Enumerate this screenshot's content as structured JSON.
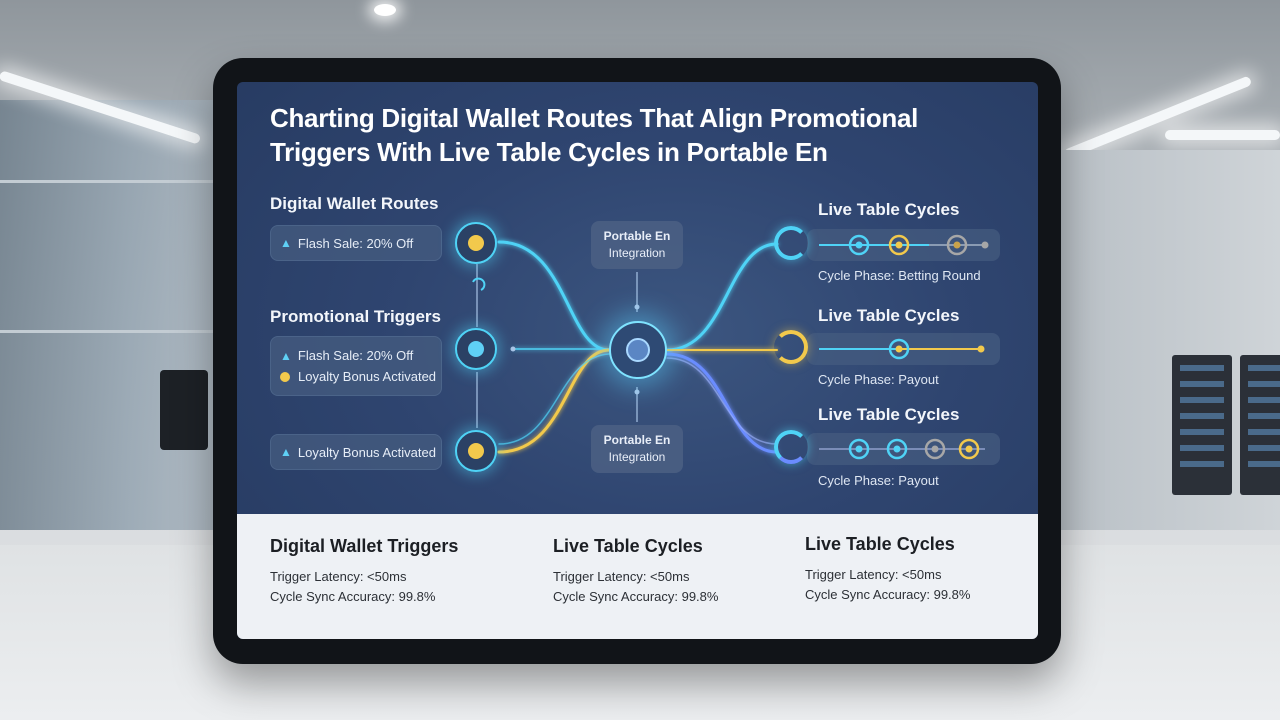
{
  "title": "Charting Digital Wallet Routes That Align Promotional Triggers With Live Table Cycles in Portable En",
  "left": {
    "wallet_routes_heading": "Digital Wallet Routes",
    "promo_heading": "Promotional Triggers",
    "pill_1": "Flash Sale: 20% Off",
    "pill_2_line1": "Flash Sale: 20% Off",
    "pill_2_line2": "Loyalty Bonus Activated",
    "pill_3": "Loyalty Bonus Activated"
  },
  "integration": {
    "top_line1": "Portable En",
    "top_line2": "Integration",
    "bottom_line1": "Portable En",
    "bottom_line2": "Integration"
  },
  "cycles": [
    {
      "heading": "Live Table Cycles",
      "phase": "Cycle Phase: Betting Round"
    },
    {
      "heading": "Live Table Cycles",
      "phase": "Cycle Phase: Payout"
    },
    {
      "heading": "Live Table Cycles",
      "phase": "Cycle Phase: Payout"
    }
  ],
  "footer": [
    {
      "title": "Digital Wallet Triggers",
      "line1": "Trigger Latency: <50ms",
      "line2": "Cycle Sync Accuracy: 99.8%"
    },
    {
      "title": "Live Table Cycles",
      "line1": "Trigger Latency: <50ms",
      "line2": "Cycle Sync Accuracy: 99.8%"
    },
    {
      "title": "Live Table Cycles",
      "line1": "Trigger Latency: <50ms",
      "line2": "Cycle Sync Accuracy: 99.8%"
    }
  ],
  "colors": {
    "cyan": "#4fd3f6",
    "yellow": "#f2c94c",
    "blue": "#6b8cff",
    "panel": "#2f4570"
  },
  "icons": [
    "speaker-icon",
    "wallet-node-icon",
    "hub-icon",
    "cycle-ring-icon"
  ]
}
